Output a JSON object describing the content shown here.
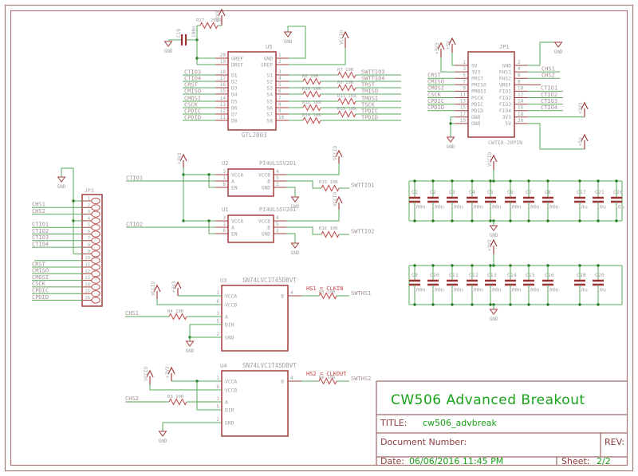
{
  "colors": {
    "wire": "#5aa85a",
    "symbol": "#a23f3f",
    "resistor": "#c25454",
    "cap": "#9c3333",
    "junction": "#267a26",
    "text_gray": "#9e9e9e",
    "text_net": "#a39090",
    "text_red": "#cc4444",
    "text_green": "#1aa21a",
    "frame": "#a87a7a"
  },
  "power_labels": {
    "v33": "+3V3",
    "v5": "+5V",
    "vccio": "VCCIO",
    "gnd": "GND"
  },
  "u5": {
    "ref": "U5",
    "part": "GTL2003",
    "c19_ref": "C19",
    "c19_val": "100n",
    "r17_ref": "R17",
    "r17_val": "200R",
    "left_pins": [
      {
        "num": "20",
        "name": "GREF",
        "net": ""
      },
      {
        "num": "19",
        "name": "DREF",
        "net": ""
      },
      {
        "num": "18",
        "name": "D1",
        "net": "CTIO3"
      },
      {
        "num": "17",
        "name": "D2",
        "net": "CTIO4"
      },
      {
        "num": "16",
        "name": "D3",
        "net": "CRST"
      },
      {
        "num": "15",
        "name": "D4",
        "net": "CMISO"
      },
      {
        "num": "14",
        "name": "D5",
        "net": "CMOSI"
      },
      {
        "num": "13",
        "name": "D6",
        "net": "CSCK"
      },
      {
        "num": "12",
        "name": "D7",
        "net": "CPDIC"
      },
      {
        "num": "11",
        "name": "D8",
        "net": "CPDID"
      }
    ],
    "right_pins": [
      {
        "num": "1",
        "name": "GND"
      },
      {
        "num": "2",
        "name": "SREF"
      },
      {
        "num": "3",
        "name": "S1",
        "res": "R7 10R",
        "net": "SWTTIO3"
      },
      {
        "num": "4",
        "name": "S2",
        "res": "R8 10R",
        "net": "SWTTIO4"
      },
      {
        "num": "5",
        "name": "S3",
        "res": "R9 10R",
        "net": "TRST"
      },
      {
        "num": "6",
        "name": "S4",
        "res": "R10 10R",
        "net": "TMISO"
      },
      {
        "num": "7",
        "name": "S5",
        "res": "R11 10R",
        "net": "TMOSI"
      },
      {
        "num": "8",
        "name": "S6",
        "res": "R12 10R",
        "net": "TSCK"
      },
      {
        "num": "9",
        "name": "S7",
        "res": "R13 10R",
        "net": "TPDIC"
      },
      {
        "num": "10",
        "name": "S8",
        "res": "R14 10R",
        "net": "TPDID"
      }
    ]
  },
  "jp1": {
    "ref": "JP1",
    "part": "CWTIO-20PIN",
    "left_pins": [
      {
        "num": "1",
        "name": "5V"
      },
      {
        "num": "3",
        "name": "3V3"
      },
      {
        "num": "5",
        "name": "PRST",
        "net": "CRST"
      },
      {
        "num": "7",
        "name": "PMISO",
        "net": "CMISO"
      },
      {
        "num": "9",
        "name": "PMOSI",
        "net": "CMOSI"
      },
      {
        "num": "11",
        "name": "PSCK",
        "net": "CSCK"
      },
      {
        "num": "13",
        "name": "PDIC",
        "net": "CPDIC"
      },
      {
        "num": "15",
        "name": "PDID",
        "net": "CPDID"
      },
      {
        "num": "17",
        "name": "GND"
      },
      {
        "num": "19",
        "name": "GND"
      }
    ],
    "right_pins": [
      {
        "num": "2",
        "name": "GND"
      },
      {
        "num": "4",
        "name": "FHS1",
        "net": "CHS1"
      },
      {
        "num": "6",
        "name": "FHS2",
        "net": "CHS2"
      },
      {
        "num": "8",
        "name": "VREF"
      },
      {
        "num": "10",
        "name": "FIO1",
        "net": "CTIO1"
      },
      {
        "num": "12",
        "name": "FIO2",
        "net": "CTIO2"
      },
      {
        "num": "14",
        "name": "FIO3",
        "net": "CTIO3"
      },
      {
        "num": "16",
        "name": "FIO4",
        "net": "CTIO4"
      },
      {
        "num": "18",
        "name": "3V3"
      },
      {
        "num": "20",
        "name": "5V"
      }
    ]
  },
  "jp3": {
    "ref": "JP3",
    "pins": [
      {
        "num": "1",
        "net": ""
      },
      {
        "num": "2",
        "net": "CHS1"
      },
      {
        "num": "3",
        "net": "CHS2"
      },
      {
        "num": "4",
        "net": ""
      },
      {
        "num": "5",
        "net": "CTIO1"
      },
      {
        "num": "6",
        "net": "CTIO2"
      },
      {
        "num": "7",
        "net": "CTIO3"
      },
      {
        "num": "8",
        "net": "CTIO4"
      },
      {
        "num": "9",
        "net": ""
      },
      {
        "num": "10",
        "net": ""
      },
      {
        "num": "11",
        "net": "CRST"
      },
      {
        "num": "12",
        "net": "CMISO"
      },
      {
        "num": "13",
        "net": "CMOSI"
      },
      {
        "num": "14",
        "net": "CSCK"
      },
      {
        "num": "15",
        "net": "CPDIC"
      },
      {
        "num": "16",
        "net": "CPDID"
      }
    ]
  },
  "u2": {
    "ref": "U2",
    "part": "PI4ULSSV201",
    "input": "CTIO1",
    "res": "R15 10R",
    "output": "SWTTIO1",
    "pins": {
      "vcca": "VCCA",
      "a": "A",
      "en": "EN",
      "vccb": "VCCB",
      "b": "B",
      "gnd": "GND"
    },
    "nums": {
      "vcca": "3",
      "a": "1",
      "en": "6",
      "vccb": "4",
      "b": "5",
      "gnd": "2"
    }
  },
  "u1": {
    "ref": "U1",
    "part": "PI4ULSSV201",
    "input": "CTIO2",
    "res": "R16 10R",
    "output": "SWTTIO2",
    "pins": {
      "vcca": "VCCA",
      "a": "A",
      "en": "EN",
      "vccb": "VCCB",
      "b": "B",
      "gnd": "GND"
    },
    "nums": {
      "vcca": "3",
      "a": "1",
      "en": "6",
      "vccb": "4",
      "b": "5",
      "gnd": "2"
    }
  },
  "u3": {
    "ref": "U3",
    "part": "SN74LVC1T45DBVT",
    "input": "CHS1",
    "in_res": "R4 10R",
    "note": "HS1 = CLKIN",
    "out_res": "R5 10R",
    "output": "SWTHS1",
    "pins": {
      "vcca": "VCCA",
      "vccb": "VCCB",
      "a": "A",
      "dir": "DIR",
      "gnd": "GND",
      "b": "B"
    },
    "nums": {
      "vcca": "1",
      "vccb": "6",
      "a": "3",
      "dir": "5",
      "gnd": "2",
      "b": "4"
    }
  },
  "u4": {
    "ref": "U4",
    "part": "SN74LVC1T45DBVT",
    "input": "CHS2",
    "in_res": "R3 10R",
    "note": "HS2 = CLKOUT",
    "out_res": "R6 10R",
    "output": "SWTHS2",
    "pins": {
      "vcca": "VCCA",
      "vccb": "VCCB",
      "a": "A",
      "dir": "DIR",
      "gnd": "GND",
      "b": "B"
    },
    "nums": {
      "vcca": "1",
      "vccb": "6",
      "a": "3",
      "dir": "5",
      "gnd": "2",
      "b": "4"
    }
  },
  "cap_bank_vccio": {
    "rail": "VCCIO",
    "caps": [
      [
        "C1",
        "100n"
      ],
      [
        "C2",
        "100n"
      ],
      [
        "C3",
        "100n"
      ],
      [
        "C4",
        "100n"
      ],
      [
        "C5",
        "100n"
      ],
      [
        "C6",
        "100n"
      ],
      [
        "C7",
        "100n"
      ],
      [
        "C8",
        "100n"
      ],
      [
        "C17",
        "10u"
      ],
      [
        "C21",
        "10u"
      ],
      [
        "C26",
        "10u"
      ]
    ]
  },
  "cap_bank_3v3": {
    "rail": "+3V3",
    "caps": [
      [
        "C9",
        "100n"
      ],
      [
        "C10",
        "100n"
      ],
      [
        "C11",
        "100n"
      ],
      [
        "C12",
        "100n"
      ],
      [
        "C13",
        "100n"
      ],
      [
        "C14",
        "100n"
      ],
      [
        "C15",
        "100n"
      ],
      [
        "C16",
        "100n"
      ],
      [
        "C18",
        "10u"
      ],
      [
        "C20",
        "10u"
      ]
    ]
  },
  "title_block": {
    "title": "CW506 Advanced Breakout",
    "title_label": "TITLE:",
    "title_value": "cw506_advbreak",
    "doc_label": "Document Number:",
    "rev_label": "REV:",
    "date_label": "Date:",
    "date_value": "06/06/2016 11:45 PM",
    "sheet_label": "Sheet:",
    "sheet_value": "2/2"
  }
}
